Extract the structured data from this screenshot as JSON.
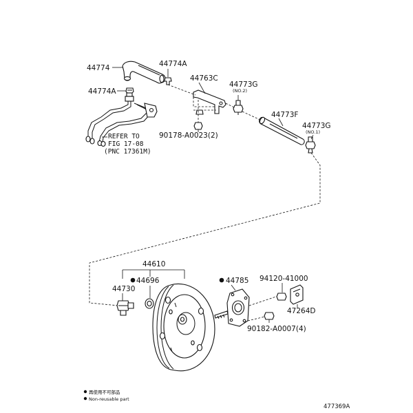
{
  "labels": {
    "p44774": "44774",
    "p44774A_top": "44774A",
    "p44774A_left": "44774A",
    "p44763C": "44763C",
    "p44773G_no2": "44773G",
    "no2": "(NO.2)",
    "p44773F": "44773F",
    "p44773G_no1": "44773G",
    "no1": "(NO.1)",
    "p90178": "90178-A0023(2)",
    "refer_line1": "REFER TO",
    "refer_line2": "FIG 17-08",
    "refer_line3": "(PNC 17361M)",
    "p44610": "44610",
    "p44696": "44696",
    "p44730": "44730",
    "p44785": "44785",
    "p94120": "94120-41000",
    "p47264D": "47264D",
    "p90182": "90182-A0007(4)"
  },
  "legend": {
    "line1": "再使用不可部品",
    "line2": "Non-reusable part"
  },
  "figure_id": "477369A"
}
